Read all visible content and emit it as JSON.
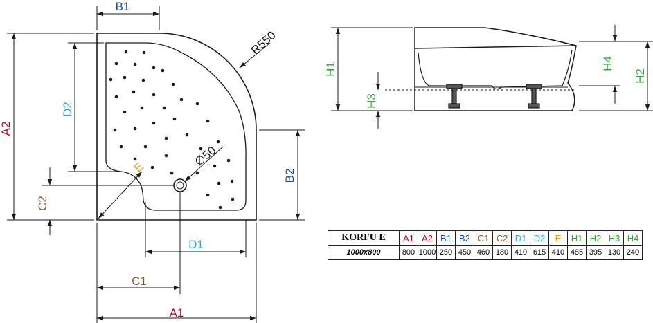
{
  "colors": {
    "A": "#c0001a",
    "B": "#1e4fa3",
    "C": "#8b5a2b",
    "D": "#2ea8d6",
    "E": "#f0a020",
    "H": "#3aa53a",
    "line": "#1a1a1a"
  },
  "plan_labels": {
    "B1": "B1",
    "A2": "A2",
    "D2": "D2",
    "R": "R550",
    "hole": "∅50",
    "E": "E",
    "B2": "B2",
    "C2": "C2",
    "D1": "D1",
    "C1": "C1",
    "A1": "A1"
  },
  "side_labels": {
    "H1": "H1",
    "H3": "H3",
    "H4": "H4",
    "H2": "H2"
  },
  "spec_table": {
    "model": "KORFU E",
    "size": "1000x800",
    "columns": [
      {
        "key": "A1",
        "group": "A",
        "value": "800"
      },
      {
        "key": "A2",
        "group": "A",
        "value": "1000"
      },
      {
        "key": "B1",
        "group": "B",
        "value": "250"
      },
      {
        "key": "B2",
        "group": "B",
        "value": "450"
      },
      {
        "key": "C1",
        "group": "C",
        "value": "460"
      },
      {
        "key": "C2",
        "group": "C",
        "value": "180"
      },
      {
        "key": "D1",
        "group": "D",
        "value": "410"
      },
      {
        "key": "D2",
        "group": "D",
        "value": "615"
      },
      {
        "key": "E",
        "group": "E",
        "value": "410"
      },
      {
        "key": "H1",
        "group": "H",
        "value": "485"
      },
      {
        "key": "H2",
        "group": "H",
        "value": "395"
      },
      {
        "key": "H3",
        "group": "H",
        "value": "130"
      },
      {
        "key": "H4",
        "group": "H",
        "value": "240"
      }
    ]
  }
}
